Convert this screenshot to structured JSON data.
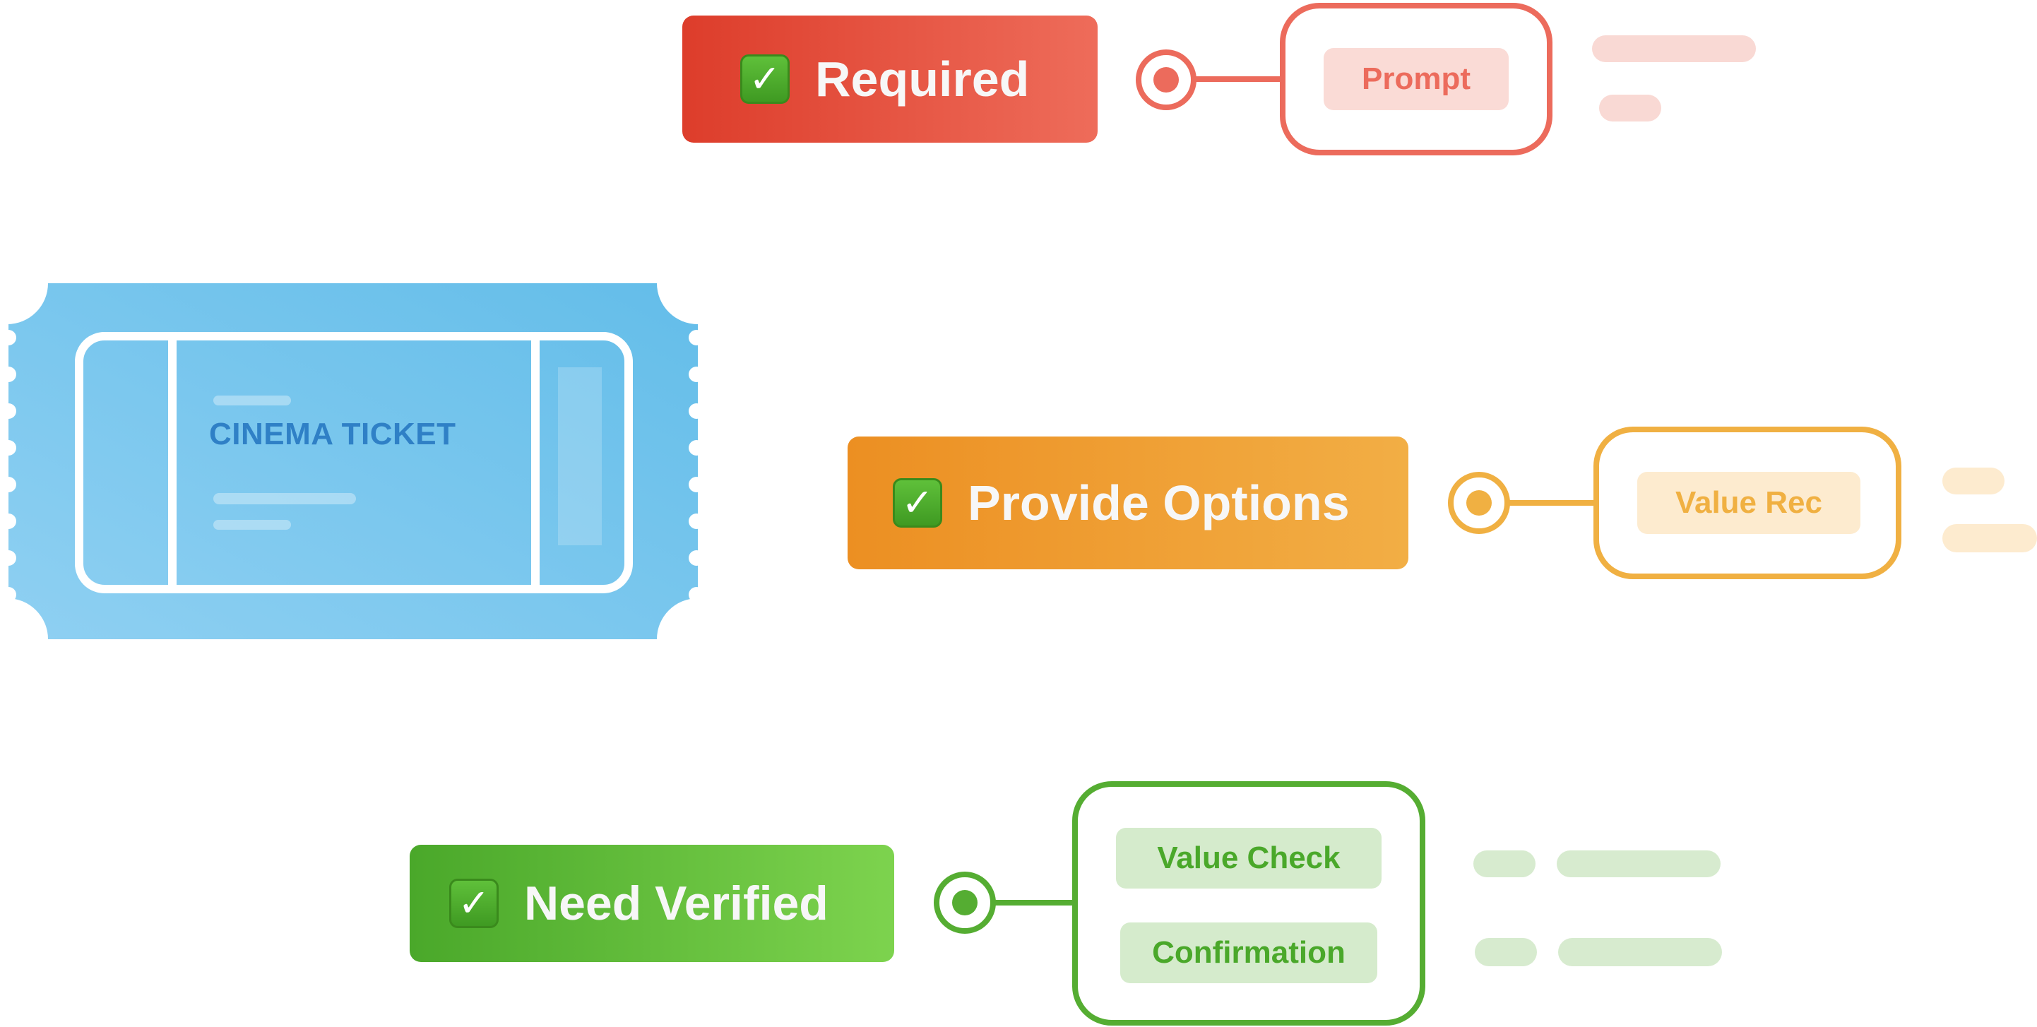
{
  "ticket": {
    "label": "CINEMA TICKET"
  },
  "rows": [
    {
      "label": "Required",
      "check_icon": "check-mark-box-icon",
      "color": "#e3493a",
      "chips": [
        "Prompt"
      ]
    },
    {
      "label": "Provide Options",
      "check_icon": "check-mark-box-icon",
      "color": "#f0a73c",
      "chips": [
        "Value Rec"
      ]
    },
    {
      "label": "Need Verified",
      "check_icon": "check-mark-box-icon",
      "color": "#55ad32",
      "chips": [
        "Value Check",
        "Confirmation"
      ]
    }
  ],
  "colors": {
    "ticket": "#79c6ee",
    "ticket_text": "#2f80c6",
    "red": "#ec6b5c",
    "orange": "#f0b042",
    "green": "#55ad32"
  }
}
